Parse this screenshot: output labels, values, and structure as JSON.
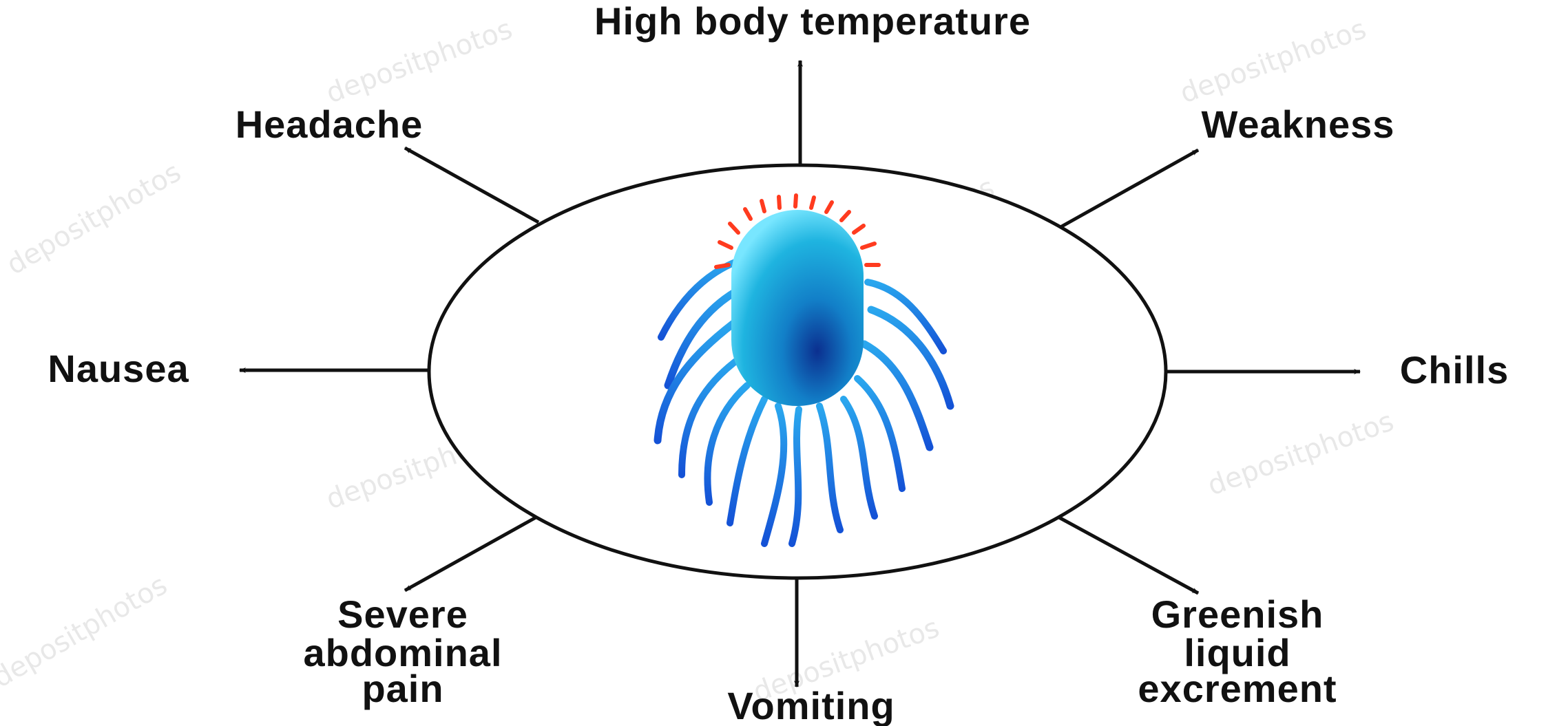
{
  "labels": {
    "top": "High body temperature",
    "top_left": "Headache",
    "top_right": "Weakness",
    "left": "Nausea",
    "right": "Chills",
    "bottom_left": [
      "Severe",
      "abdominal",
      "pain"
    ],
    "bottom": "Vomiting",
    "bottom_right": [
      "Greenish",
      "liquid",
      "excrement"
    ]
  },
  "watermark": "depositphotos",
  "colors": {
    "text": "#111111",
    "arrow": "#111111",
    "cell_light": "#6fe3ff",
    "cell_mid": "#12a6d9",
    "cell_dark": "#0b2f8f",
    "flagella": "#1d8ee6",
    "pili": "#ff3b1f"
  }
}
